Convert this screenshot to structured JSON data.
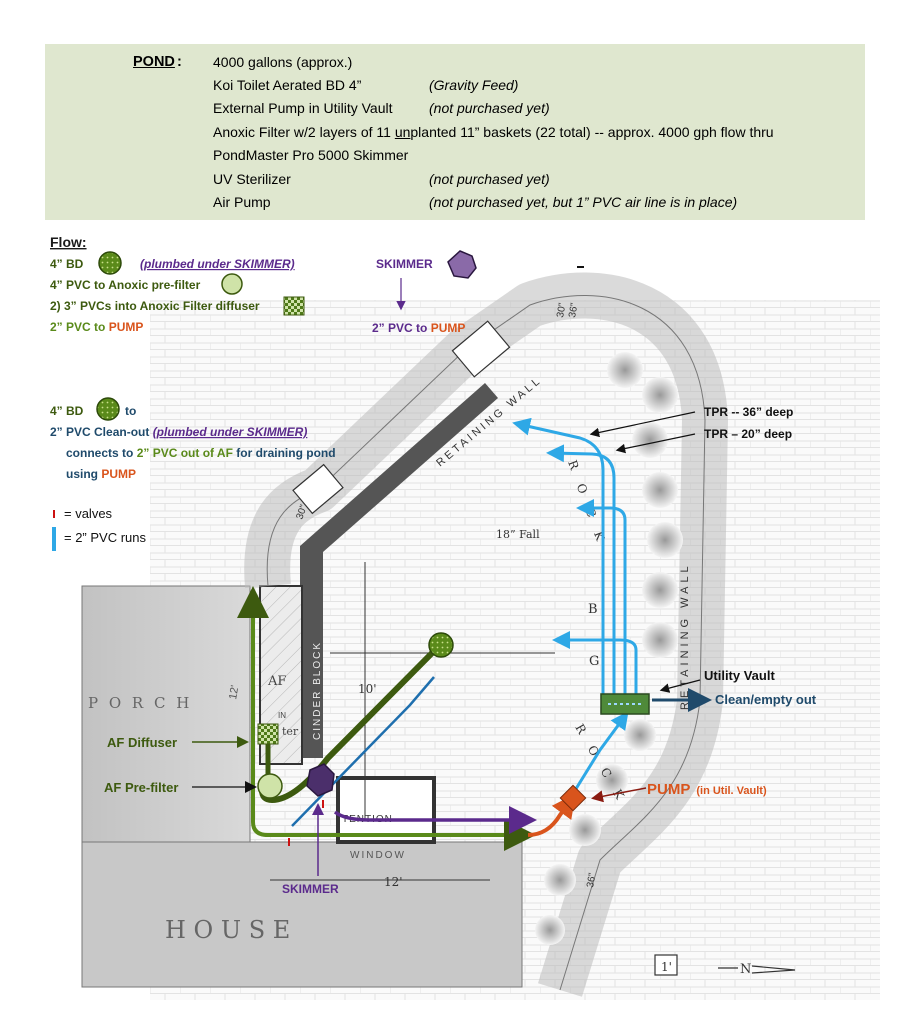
{
  "pond": {
    "title": "POND",
    "colon": ":",
    "rows": [
      {
        "text": "4000 gallons      (approx.)",
        "note": ""
      },
      {
        "text": "Koi Toilet Aerated BD  4”",
        "note": "(Gravity Feed)"
      },
      {
        "text": "External Pump  in Utility Vault",
        "note": "(not purchased yet)"
      },
      {
        "text_before": "Anoxic Filter w/2 layers  of 11 ",
        "text_underlined": "un",
        "text_after": "planted 11” baskets  (22 total)  -- approx. 4000 gph flow thru"
      },
      {
        "text": "PondMaster Pro 5000 Skimmer",
        "note": ""
      },
      {
        "text": "UV Sterilizer",
        "note": "(not purchased yet)"
      },
      {
        "text": "Air Pump",
        "note": "(not purchased yet, but 1” PVC air line is in place)"
      }
    ]
  },
  "flow": {
    "title": "Flow:",
    "bd_label": "4” BD",
    "bd_note": "(plumbed under SKIMMER)",
    "line2": "4” PVC to Anoxic pre-filter",
    "line3": "2) 3” PVCs into Anoxic Filter diffuser",
    "line4_a": "2” PVC to ",
    "line4_b": "PUMP"
  },
  "skimmer_key": {
    "label": "SKIMMER",
    "sub_a": "2” PVC to ",
    "sub_b": "PUMP"
  },
  "cleanout": {
    "l1_a": "4” BD",
    "l1_b": "to",
    "l2_a": "2” PVC Clean-out ",
    "l2_b": "(plumbed under SKIMMER)",
    "l3_a": "connects to ",
    "l3_b": "2” PVC out of AF",
    "l3_c": " for draining pond",
    "l4_a": "using ",
    "l4_b": "PUMP"
  },
  "legend": {
    "valves": "= valves",
    "pvc_runs": "= 2” PVC runs"
  },
  "callouts": {
    "tpr36": "TPR --  36” deep",
    "tpr20": "TPR –  20” deep",
    "utility_vault": "Utility Vault",
    "clean_empty": "Clean/empty out",
    "pump_big": "PUMP",
    "pump_small": "(in Util. Vault)",
    "af_diffuser": "AF Diffuser",
    "af_prefilter": "AF Pre-filter",
    "skimmer": "SKIMMER"
  },
  "sketch": {
    "retaining_wall_1": "RETAINING WALL",
    "retaining_wall_2": "RETAINING WALL",
    "cinder_block": "CINDER BLOCK",
    "porch": "P O R C H",
    "house": "H   O   U   S   E",
    "window": "WINDOW",
    "af": "AF",
    "af_in": "IN",
    "af_filter": "ter",
    "detention": "TENTION",
    "rock1": "R O C K",
    "rock2": "R O C K",
    "b": "B",
    "g": "G",
    "fall": "18” Fall",
    "ten": "10'",
    "twelve": "12'",
    "thirty_a": "30\"",
    "thirty_b": "30\"",
    "thirtysix_a": "36\"",
    "thirtysix_b": "36\"",
    "porch_dim": "12'",
    "scale": "1'",
    "north": "N"
  },
  "colors": {
    "green_dark": "#3d5a0f",
    "green_pipe": "#5a8a1a",
    "blue_pipe": "#2ea8e6",
    "purple": "#5b2a8c",
    "orange": "#d9541c",
    "navy": "#1f4a6b",
    "spec_bg": "#dfe7cf"
  }
}
